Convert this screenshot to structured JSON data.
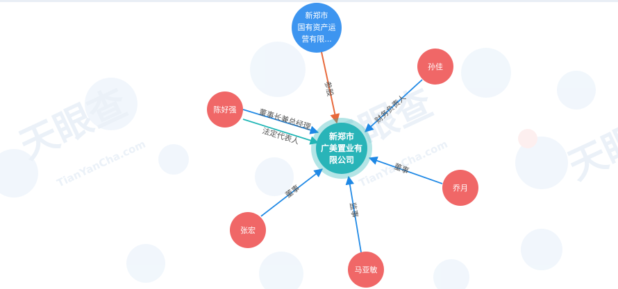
{
  "graph": {
    "center": {
      "label_lines": [
        "新郑市",
        "广美置业有",
        "限公司"
      ],
      "color": "#29b4b8"
    },
    "nodes": [
      {
        "id": "guoyou",
        "label_lines": [
          "新郑市",
          "国有资产运",
          "营有限..."
        ],
        "color": "#3d95f0",
        "type": "company"
      },
      {
        "id": "sunjia",
        "label_lines": [
          "孙佳"
        ],
        "color": "#f06767",
        "type": "person"
      },
      {
        "id": "chenhaoqiang",
        "label_lines": [
          "陈好强"
        ],
        "color": "#f06767",
        "type": "person"
      },
      {
        "id": "qiaoyue",
        "label_lines": [
          "乔月"
        ],
        "color": "#f06767",
        "type": "person"
      },
      {
        "id": "zhanghong",
        "label_lines": [
          "张宏"
        ],
        "color": "#f06767",
        "type": "person"
      },
      {
        "id": "mayamin",
        "label_lines": [
          "马亚敏"
        ],
        "color": "#f06767",
        "type": "person"
      }
    ],
    "edges": [
      {
        "from": "guoyou",
        "label": "参股",
        "color": "#e8693b"
      },
      {
        "from": "sunjia",
        "label": "财务负责人",
        "color": "#1e88e5"
      },
      {
        "from": "chenhaoqiang",
        "label": "董事长兼总经理",
        "color": "#1e88e5"
      },
      {
        "from": "chenhaoqiang",
        "label": "法定代表人",
        "color": "#1fb5b5"
      },
      {
        "from": "qiaoyue",
        "label": "董事",
        "color": "#1e88e5"
      },
      {
        "from": "zhanghong",
        "label": "董事",
        "color": "#1e88e5"
      },
      {
        "from": "mayamin",
        "label": "监事",
        "color": "#1e88e5"
      }
    ]
  },
  "watermark": {
    "brand": "天眼查",
    "domain": "TianYanCha.com"
  }
}
